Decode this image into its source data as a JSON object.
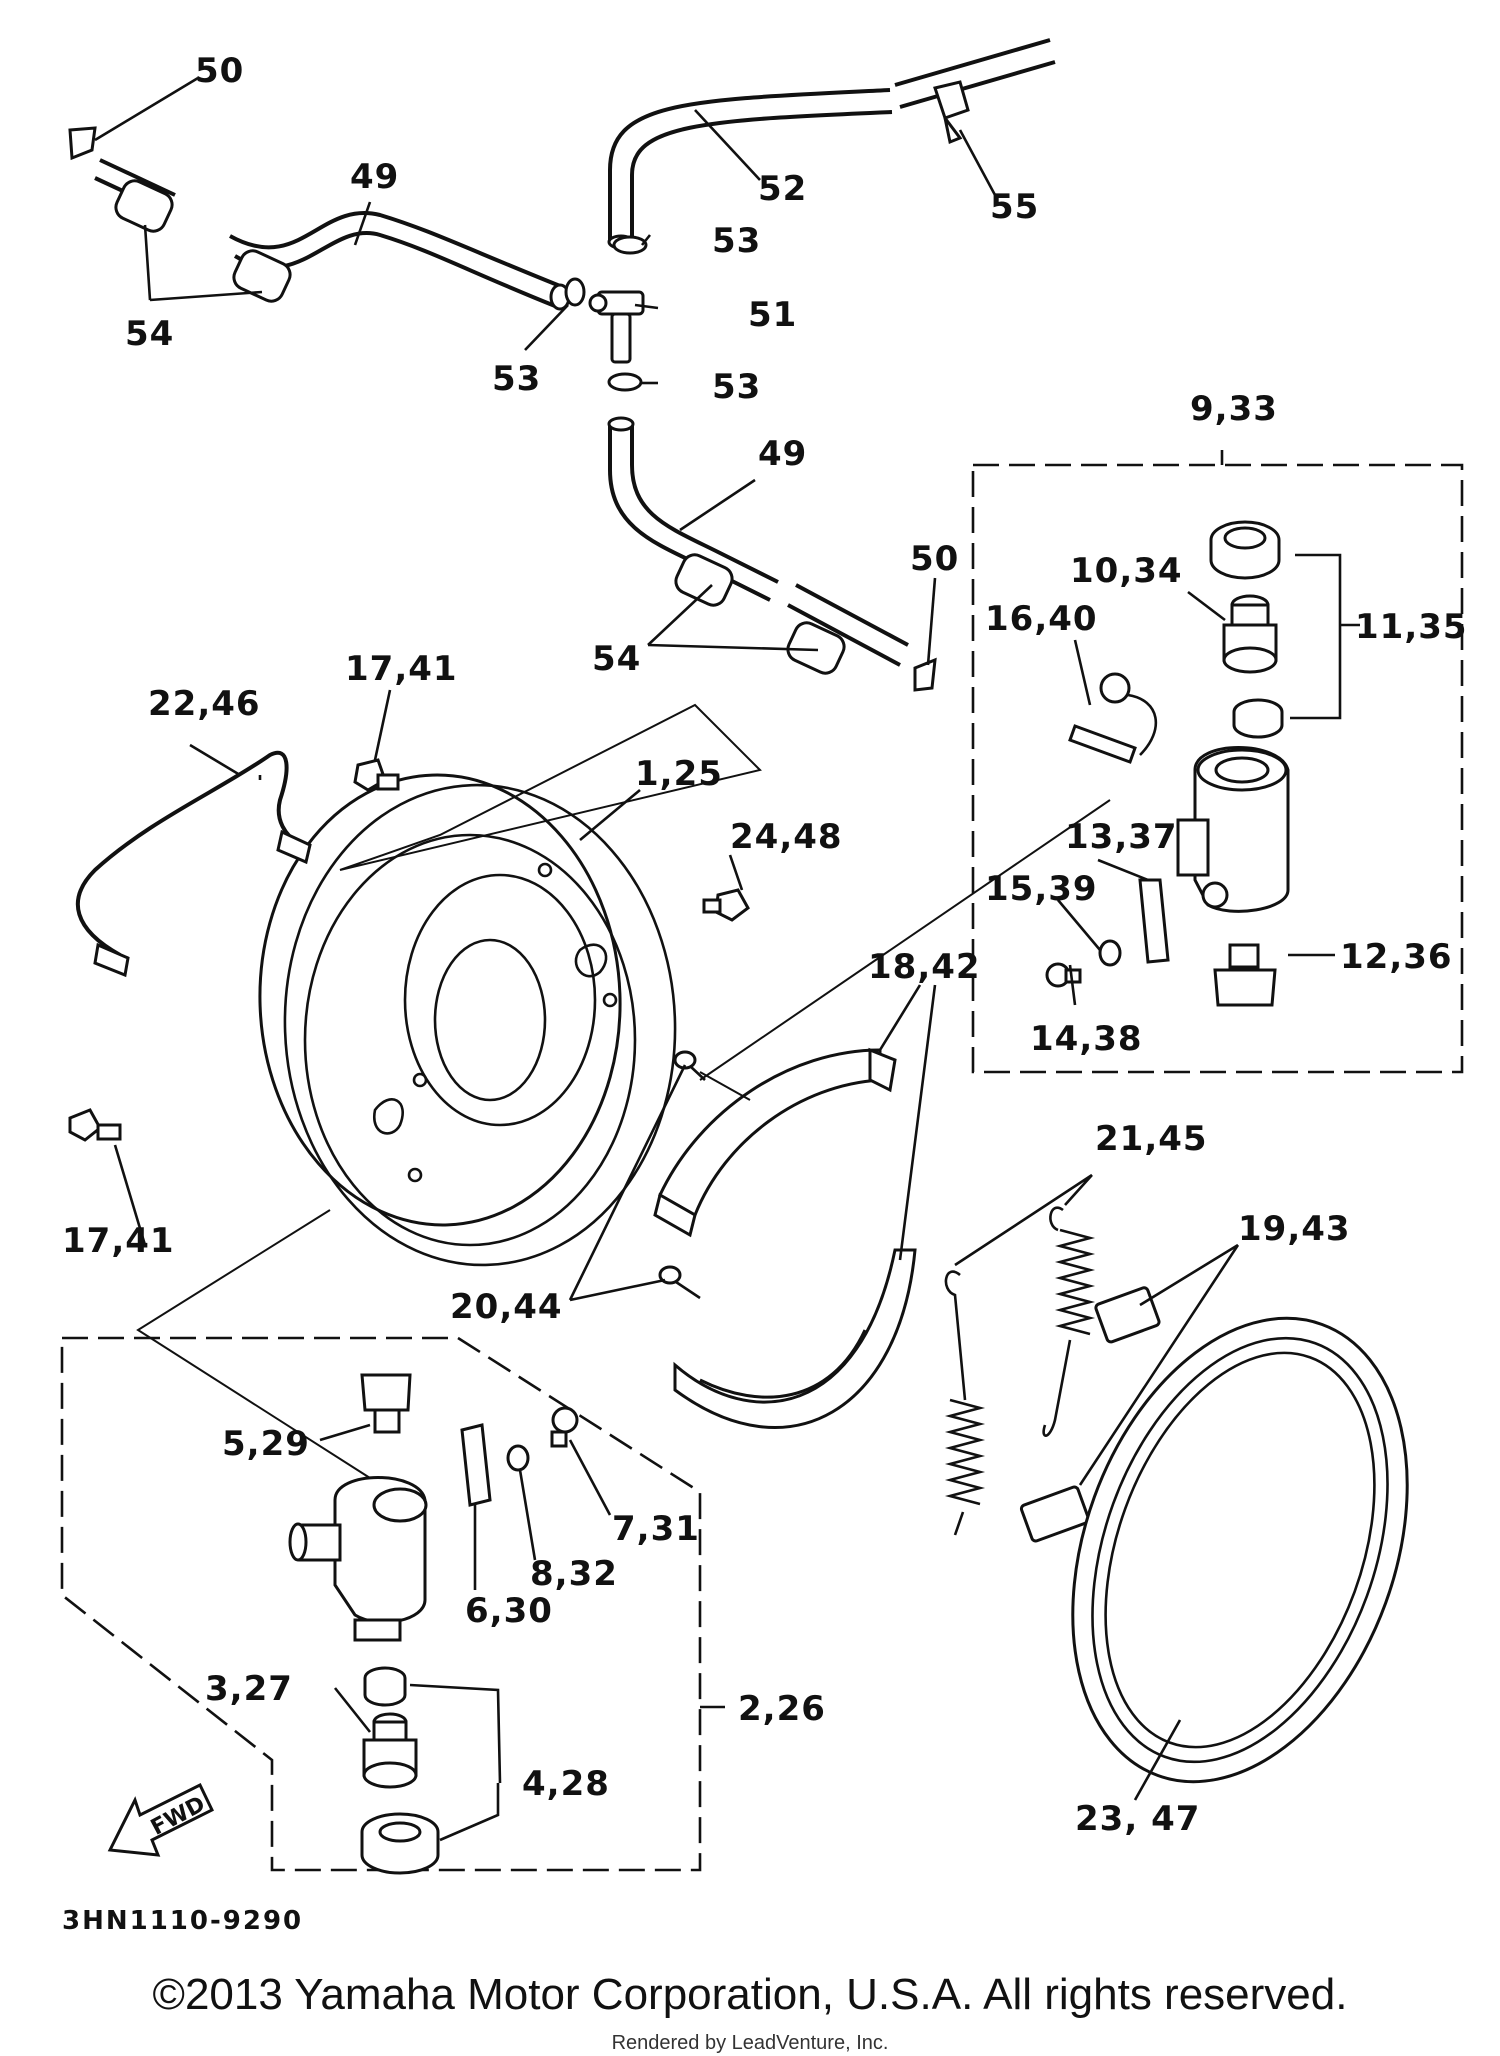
{
  "diagram_code": "3HN1110-9290",
  "copyright": "©2013 Yamaha Motor Corporation, U.S.A. All rights reserved.",
  "rendered_by": "Rendered by LeadVenture, Inc.",
  "fwd_label": "FWD",
  "labels": {
    "l50a": "50",
    "l49a": "49",
    "l54a": "54",
    "l52": "52",
    "l55": "55",
    "l53a": "53",
    "l53b": "53",
    "l51": "51",
    "l53c": "53",
    "l49b": "49",
    "l933": "9,33",
    "l1034": "10,34",
    "l50b": "50",
    "l1640": "16,40",
    "l1135": "11,35",
    "l54b": "54",
    "l1741a": "17,41",
    "l2246": "22,46",
    "l125": "1,25",
    "l2448": "24,48",
    "l1337": "13,37",
    "l1539": "15,39",
    "l1236": "12,36",
    "l1842": "18,42",
    "l1438": "14,38",
    "l2145": "21,45",
    "l1741b": "17,41",
    "l1943": "19,43",
    "l2044": "20,44",
    "l529": "5,29",
    "l731": "7,31",
    "l832": "8,32",
    "l630": "6,30",
    "l226": "2,26",
    "l327": "3,27",
    "l428": "4,28",
    "l2347": "23, 47"
  }
}
